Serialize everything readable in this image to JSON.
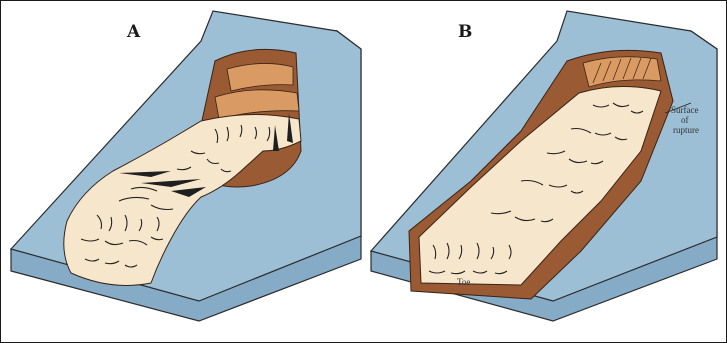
{
  "panels": [
    {
      "label": "A"
    },
    {
      "label": "B"
    }
  ],
  "annotations": {
    "surface_of_rupture_line1": "Surface",
    "surface_of_rupture_line2": "of",
    "surface_of_rupture_line3": "rupture",
    "toe": "Toe"
  },
  "colors": {
    "block_face": "#9cbfd6",
    "block_side": "#7ea5c2",
    "block_edge": "#2b2b2b",
    "scarp_brown": "#9a5a34",
    "slide_mass": "#f6e7cc",
    "slump_block": "#d99a63",
    "crack": "#222222"
  }
}
